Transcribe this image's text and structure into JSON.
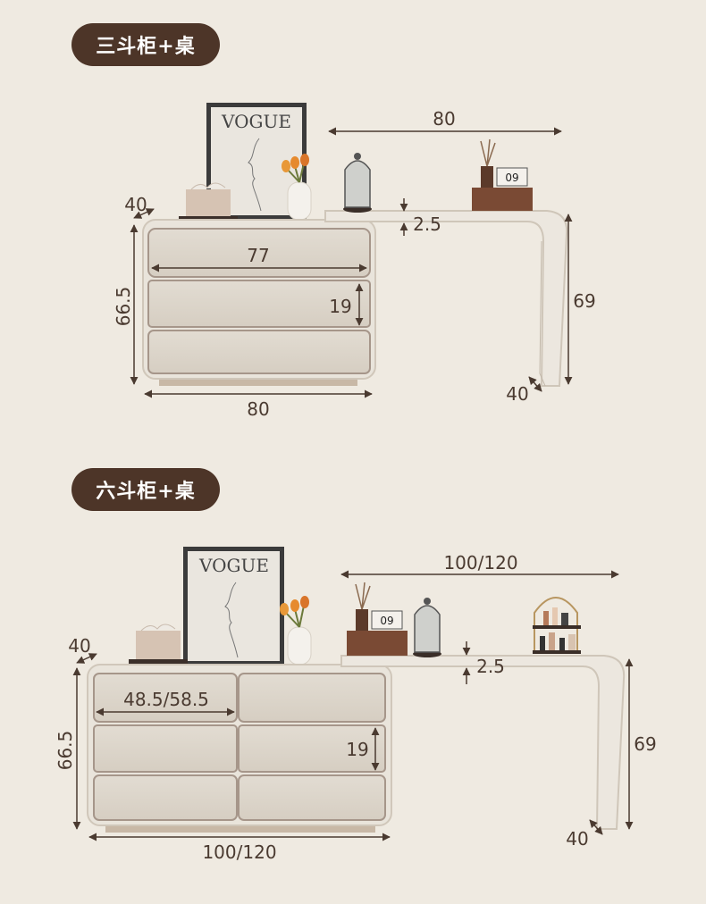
{
  "section1": {
    "badge": "三斗柜+桌",
    "poster_text": "VOGUE",
    "calendar_text": "09",
    "dims": {
      "desk_width": "80",
      "depth": "40",
      "top_thickness": "2.5",
      "drawer_width": "77",
      "height": "66.5",
      "drawer_height": "19",
      "leg_height": "69",
      "leg_depth": "40",
      "cabinet_width": "80"
    }
  },
  "section2": {
    "badge": "六斗柜+桌",
    "poster_text": "VOGUE",
    "calendar_text": "09",
    "dims": {
      "desk_width": "100/120",
      "depth": "40",
      "top_thickness": "2.5",
      "drawer_width": "48.5/58.5",
      "height": "66.5",
      "drawer_height": "19",
      "leg_height": "69",
      "leg_depth": "40",
      "cabinet_width": "100/120"
    }
  },
  "colors": {
    "background": "#efeae1",
    "badge": "#4d3528",
    "cabinet": "#e5dfd5",
    "drawer_front": "#dcd5ca",
    "drawer_gap": "#9a8a7a",
    "plinth": "#c8b8a6",
    "dimension_ink": "#4a3a30"
  }
}
